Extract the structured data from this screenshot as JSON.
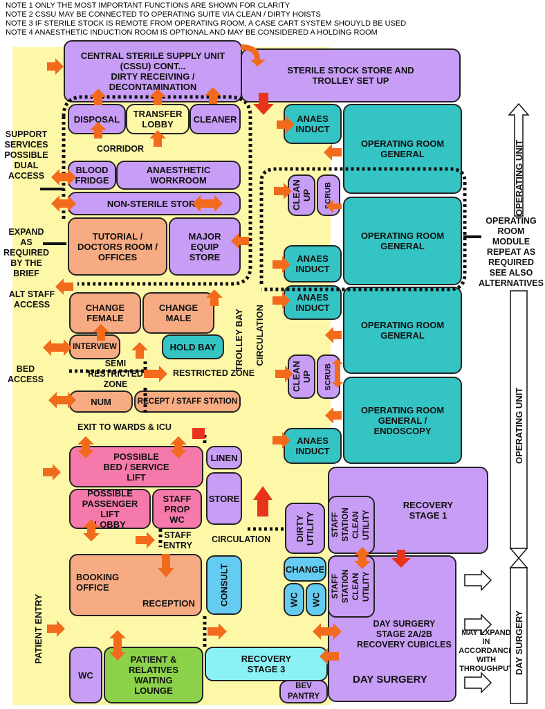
{
  "notes": [
    "NOTE 1  ONLY THE MOST IMPORTANT FUNCTIONS ARE SHOWN FOR CLARITY",
    "NOTE 2  CSSU MAY BE CONNECTED TO OPERATING SUITE VIA CLEAN / DIRTY HOISTS",
    "NOTE 3  IF STERILE STOCK IS REMOTE FROM OPERATING ROOM, A CASE CART SYSTEM SHOUYLD BE USED",
    "NOTE 4  ANAESTHETIC INDUCTION ROOM IS OPTIONAL AND MAY BE CONSIDERED A HOLDING ROOM"
  ],
  "rooms": {
    "cssu": "CENTRAL STERILE SUPPLY UNIT\n(CSSU) CONT...\nDIRTY RECEIVING /\nDECONTAMINATION",
    "sterile_stock": "STERILE STOCK STORE AND\nTROLLEY SET UP",
    "disposal": "DISPOSAL",
    "transfer_lobby": "TRANSFER\nLOBBY",
    "cleaner": "CLEANER",
    "anaes_induct_1": "ANAES\nINDUCT",
    "or_1": "OPERATING ROOM\nGENERAL",
    "blood_fridge": "BLOOD\nFRIDGE",
    "anaesthetic_workroom": "ANAESTHETIC\nWORKROOM",
    "non_sterile_store": "NON-STERILE STORE",
    "clean_up_1": "CLEAN\nUP",
    "scrub_1": "SCRUB",
    "or_2": "OPERATING ROOM\nGENERAL",
    "tutorial": "TUTORIAL /\nDOCTORS ROOM /\nOFFICES",
    "major_equip": "MAJOR\nEQUIP\nSTORE",
    "anaes_induct_2": "ANAES\nINDUCT",
    "change_female": "CHANGE\nFEMALE",
    "change_male": "CHANGE\nMALE",
    "anaes_induct_3": "ANAES\nINDUCT",
    "or_3": "OPERATING ROOM\nGENERAL",
    "interview": "INTERVIEW",
    "hold_bay": "HOLD BAY",
    "clean_up_2": "CLEAN\nUP",
    "scrub_2": "SCRUB",
    "num": "NUM",
    "recept_staff": "RECEPT / STAFF STATION",
    "or_4": "OPERATING ROOM\nGENERAL /\nENDOSCOPY",
    "anaes_induct_4": "ANAES\nINDUCT",
    "bed_lift": "POSSIBLE\nBED / SERVICE\nLIFT",
    "linen": "LINEN",
    "store": "STORE",
    "passenger_lift": "POSSIBLE\nPASSENGER LIFT\nLOBBY",
    "staff_prop_wc": "STAFF\nPROP\nWC",
    "recovery_1": "RECOVERY\nSTAGE  1",
    "dirty_utility": "DIRTY\nUTILITY",
    "staff_station_1": "STAFF\nSTATION\nCLEAN\nUTILITY",
    "booking": "BOOKING\nOFFICE",
    "reception": "RECEPTION",
    "consult": "CONSULT",
    "change_ds": "CHANGE",
    "wc_1": "WC",
    "wc_2": "WC",
    "staff_station_2": "STAFF\nSTATION\nCLEAN\nUTILITY",
    "day_surgery_main": "DAY SURGERY\nSTAGE 2A/2B\nRECOVERY CUBICLES",
    "day_surgery": "DAY SURGERY",
    "wc_3": "WC",
    "waiting": "PATIENT &\nRELATIVES\nWAITING\nLOUNGE",
    "recovery_3": "RECOVERY\nSTAGE  3",
    "bev_pantry": "BEV\nPANTRY"
  },
  "labels": {
    "corridor": "CORRIDOR",
    "support_services": "SUPPORT\nSERVICES\nPOSSIBLE\nDUAL\nACCESS",
    "expand": "EXPAND\nAS\nREQUIRED\nBY THE\nBRIEF",
    "alt_staff": "ALT STAFF\nACCESS",
    "bed_access": "BED\nACCESS",
    "semi_restricted": "SEMI\nRESTRICTED\nZONE",
    "restricted": "RESTRICTED ZONE",
    "trolley_bay": "TROLLEY\nBAY",
    "circulation_v": "CIRCULATION",
    "exit_wards": "EXIT TO WARDS & ICU",
    "staff_entry": "STAFF\nENTRY",
    "circulation_h": "CIRCULATION",
    "patient_entry": "PATIENT ENTRY",
    "or_module": "OPERATING\nROOM\nMODULE\nREPEAT AS\nREQUIRED\nSEE ALSO\nALTERNATIVES",
    "may_expand": "MAY EXPAND\nIN\nACCORDANCE\nWITH\nTHROUGHPUT",
    "op_unit_1": "OPERATING UNIT",
    "op_unit_2": "OPERATING UNIT",
    "day_surgery_side": "DAY SURGERY"
  },
  "colors": {
    "yellow": "#fdf8a8",
    "purple": "#c79df5",
    "teal": "#35c4c4",
    "peach": "#f6ab82",
    "pink": "#f57aab",
    "cyan": "#64ccf0",
    "green": "#8cd14a",
    "arrow": "#f26a1b",
    "red_arrow": "#e8341c"
  }
}
